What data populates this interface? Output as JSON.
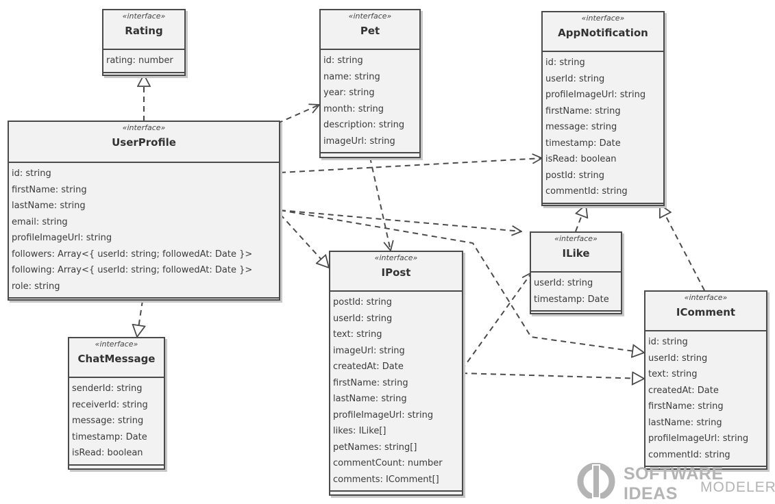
{
  "stereotype": "«interface»",
  "classes": {
    "rating": {
      "name": "Rating",
      "attributes": [
        "rating: number"
      ]
    },
    "pet": {
      "name": "Pet",
      "attributes": [
        "id: string",
        "name: string",
        "year: string",
        "month: string",
        "description: string",
        "imageUrl: string"
      ]
    },
    "appnotification": {
      "name": "AppNotification",
      "attributes": [
        "id: string",
        "userId: string",
        "profileImageUrl: string",
        "firstName: string",
        "message: string",
        "timestamp: Date",
        "isRead: boolean",
        "postId: string",
        "commentId: string"
      ]
    },
    "userprofile": {
      "name": "UserProfile",
      "attributes": [
        "id: string",
        "firstName: string",
        "lastName: string",
        "email: string",
        "profileImageUrl: string",
        "followers: Array<{ userId: string; followedAt: Date }>",
        "following: Array<{ userId: string; followedAt: Date }>",
        "role: string"
      ]
    },
    "ilike": {
      "name": "ILike",
      "attributes": [
        "userId: string",
        "timestamp: Date"
      ]
    },
    "ipost": {
      "name": "IPost",
      "attributes": [
        "postId: string",
        "userId: string",
        "text: string",
        "imageUrl: string",
        "createdAt: Date",
        "firstName: string",
        "lastName: string",
        "profileImageUrl: string",
        "likes: ILike[]",
        "petNames: string[]",
        "commentCount: number",
        "comments: IComment[]"
      ]
    },
    "icomment": {
      "name": "IComment",
      "attributes": [
        "id: string",
        "userId: string",
        "text: string",
        "createdAt: Date",
        "firstName: string",
        "lastName: string",
        "profileImageUrl: string",
        "commentId: string"
      ]
    },
    "chatmessage": {
      "name": "ChatMessage",
      "attributes": [
        "senderId: string",
        "receiverId: string",
        "message: string",
        "timestamp: Date",
        "isRead: boolean"
      ]
    }
  },
  "relations": [
    {
      "from": "userprofile",
      "to": "rating",
      "type": "realization"
    },
    {
      "from": "userprofile",
      "to": "chatmessage",
      "type": "realization"
    },
    {
      "from": "userprofile",
      "to": "pet",
      "type": "dependency"
    },
    {
      "from": "userprofile",
      "to": "appnotification",
      "type": "dependency"
    },
    {
      "from": "userprofile",
      "to": "ilike",
      "type": "dependency"
    },
    {
      "from": "userprofile",
      "to": "ipost",
      "type": "dependency"
    },
    {
      "from": "userprofile",
      "to": "icomment",
      "type": "dependency"
    },
    {
      "from": "pet",
      "to": "ipost",
      "type": "dependency"
    },
    {
      "from": "ilike",
      "to": "appnotification",
      "type": "realization"
    },
    {
      "from": "icomment",
      "to": "appnotification",
      "type": "realization"
    },
    {
      "from": "ipost",
      "to": "ilike",
      "type": "dependency"
    },
    {
      "from": "ipost",
      "to": "icomment",
      "type": "dependency"
    }
  ],
  "logo": {
    "line1": "SOFTWARE IDEAS",
    "line2": "MODELER",
    "icon": "software-ideas-logo-icon"
  }
}
